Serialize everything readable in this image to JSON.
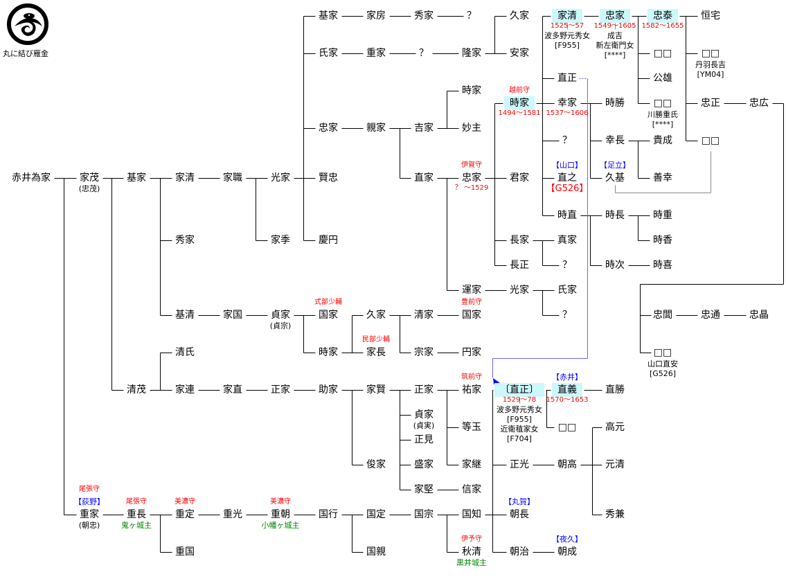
{
  "crest": {
    "label": "丸に結び雁金",
    "icon": "maru-ni-musubi-karigane-crest-icon"
  },
  "nodes": {
    "n01": {
      "name": "赤井為家"
    },
    "n02": {
      "name": "家茂",
      "below": [
        {
          "text": "(忠茂)",
          "kind": "alt"
        }
      ]
    },
    "n03": {
      "name": "重家",
      "above": [
        {
          "text": "【荻野】",
          "kind": "clan"
        },
        {
          "text": "尾張守",
          "kind": "office"
        }
      ],
      "below": [
        {
          "text": "(朝忠)",
          "kind": "alt"
        }
      ]
    },
    "n04": {
      "name": "基家"
    },
    "n05": {
      "name": "清茂"
    },
    "n06": {
      "name": "家清"
    },
    "n07": {
      "name": "秀家"
    },
    "n08": {
      "name": "基清"
    },
    "n09": {
      "name": "清氏"
    },
    "n10": {
      "name": "家連"
    },
    "n11": {
      "name": "家職"
    },
    "n12": {
      "name": "光家"
    },
    "n13": {
      "name": "家季"
    },
    "n14": {
      "name": "基家"
    },
    "n15": {
      "name": "氏家"
    },
    "n16": {
      "name": "忠家"
    },
    "n17": {
      "name": "賢忠"
    },
    "n18": {
      "name": "慶円"
    },
    "n19": {
      "name": "家房"
    },
    "n20": {
      "name": "秀家"
    },
    "n21": {
      "name": "？"
    },
    "n22": {
      "name": "重家"
    },
    "n23": {
      "name": "？"
    },
    "n24": {
      "name": "隆家"
    },
    "n25": {
      "name": "久家"
    },
    "n26": {
      "name": "安家"
    },
    "n27": {
      "name": "親家"
    },
    "n28": {
      "name": "吉家"
    },
    "n29": {
      "name": "直家"
    },
    "n30": {
      "name": "時家"
    },
    "n31": {
      "name": "妙主"
    },
    "n32": {
      "name": "忠家",
      "above": [
        {
          "text": "伊賀守",
          "kind": "office"
        }
      ],
      "below": [
        {
          "text": "？ ～1529",
          "kind": "years"
        }
      ]
    },
    "n33": {
      "name": "運家"
    },
    "n34": {
      "name": "時家",
      "above": [
        {
          "text": "越前守",
          "kind": "office"
        }
      ],
      "below": [
        {
          "text": "1494～1581",
          "kind": "years"
        }
      ]
    },
    "n35": {
      "name": "君家"
    },
    "n36": {
      "name": "長家"
    },
    "n37": {
      "name": "長正"
    },
    "n38": {
      "name": "光家"
    },
    "n39": {
      "name": "真家"
    },
    "n40": {
      "name": "？"
    },
    "n41": {
      "name": "氏家"
    },
    "n42": {
      "name": "？"
    },
    "n43": {
      "name": "家清",
      "below": [
        {
          "text": "1525～57",
          "kind": "years"
        },
        {
          "text": "波多野元秀女",
          "kind": "spouse"
        },
        {
          "text": "[F955]",
          "kind": "spouse"
        }
      ]
    },
    "n44": {
      "name": "直正"
    },
    "n45": {
      "name": "幸家",
      "below": [
        {
          "text": "1537～1606",
          "kind": "years"
        }
      ]
    },
    "n46": {
      "name": "？"
    },
    "n47": {
      "name": "直之",
      "above": [
        {
          "text": "【山口】",
          "kind": "clan"
        }
      ],
      "below": [
        {
          "text": "【G526】",
          "kind": "ref"
        }
      ]
    },
    "n48": {
      "name": "時直"
    },
    "n49": {
      "name": "忠家",
      "below": [
        {
          "text": "1549～1605",
          "kind": "years"
        },
        {
          "text": "成吉",
          "kind": "spouse"
        },
        {
          "text": "新左衛門女",
          "kind": "spouse"
        },
        {
          "text": "[****]",
          "kind": "spouse"
        }
      ]
    },
    "n50": {
      "name": "時勝"
    },
    "n51": {
      "name": "幸長"
    },
    "n52": {
      "name": "久基",
      "above": [
        {
          "text": "【足立】",
          "kind": "clan"
        }
      ]
    },
    "n53": {
      "name": "時長"
    },
    "n54": {
      "name": "時次"
    },
    "n55": {
      "name": "貴成"
    },
    "n56": {
      "name": "善幸"
    },
    "n57": {
      "name": "時重"
    },
    "n58": {
      "name": "時香"
    },
    "n59": {
      "name": "時喜"
    },
    "n60": {
      "name": "忠泰",
      "below": [
        {
          "text": "1582～1655",
          "kind": "years"
        }
      ]
    },
    "n61": {
      "name": "□□"
    },
    "n62": {
      "name": "公雄"
    },
    "n63": {
      "name": "□□",
      "below": [
        {
          "text": "川勝重氏",
          "kind": "spouse"
        },
        {
          "text": "[****]",
          "kind": "spouse"
        }
      ]
    },
    "n64": {
      "name": "恒宅"
    },
    "n65": {
      "name": "□□",
      "below": [
        {
          "text": "丹羽長吉",
          "kind": "spouse"
        },
        {
          "text": "[YM04]",
          "kind": "spouse"
        }
      ]
    },
    "n66": {
      "name": "忠正"
    },
    "n67": {
      "name": "□□"
    },
    "n68": {
      "name": "忠広"
    },
    "n69": {
      "name": "忠閭"
    },
    "n70": {
      "name": "□□",
      "below": [
        {
          "text": "山口直安",
          "kind": "spouse"
        },
        {
          "text": "[G526]",
          "kind": "spouse"
        }
      ]
    },
    "n71": {
      "name": "忠通"
    },
    "n72": {
      "name": "忠晶"
    },
    "n73": {
      "name": "家国"
    },
    "n74": {
      "name": "貞家",
      "below": [
        {
          "text": "(貞宗)",
          "kind": "alt"
        }
      ]
    },
    "n75": {
      "name": "国家",
      "above": [
        {
          "text": "式部少輔",
          "kind": "office"
        }
      ]
    },
    "n76": {
      "name": "時家"
    },
    "n77": {
      "name": "久家"
    },
    "n78": {
      "name": "家長",
      "above": [
        {
          "text": "民部少輔",
          "kind": "office"
        }
      ]
    },
    "n79": {
      "name": "清家"
    },
    "n80": {
      "name": "宗家"
    },
    "n81": {
      "name": "国家",
      "above": [
        {
          "text": "豊前守",
          "kind": "office"
        }
      ]
    },
    "n82": {
      "name": "円家"
    },
    "n83": {
      "name": "家直"
    },
    "n84": {
      "name": "正家"
    },
    "n85": {
      "name": "助家"
    },
    "n86": {
      "name": "家賢"
    },
    "n87": {
      "name": "俊家"
    },
    "n88": {
      "name": "正家"
    },
    "n89": {
      "name": "貞家",
      "below": [
        {
          "text": "(貞実)",
          "kind": "alt"
        }
      ]
    },
    "n90": {
      "name": "正見"
    },
    "n91": {
      "name": "盛家"
    },
    "n92": {
      "name": "家堅"
    },
    "n93": {
      "name": "祐家",
      "above": [
        {
          "text": "筑前守",
          "kind": "office"
        }
      ]
    },
    "n94": {
      "name": "等玉"
    },
    "n95": {
      "name": "家継"
    },
    "n96": {
      "name": "信家"
    },
    "n97": {
      "name": "〔直正〕",
      "below": [
        {
          "text": "1529～78",
          "kind": "years"
        },
        {
          "text": "波多野元秀女",
          "kind": "spouse"
        },
        {
          "text": "[F955]",
          "kind": "spouse"
        },
        {
          "text": "近衛稙家女",
          "kind": "spouse"
        },
        {
          "text": "[F704]",
          "kind": "spouse"
        }
      ]
    },
    "n98": {
      "name": "正光"
    },
    "n99": {
      "name": "朝長",
      "above": [
        {
          "text": "【丸賀】",
          "kind": "clan"
        }
      ]
    },
    "n100": {
      "name": "朝治"
    },
    "n101": {
      "name": "直義",
      "above": [
        {
          "text": "【赤井】",
          "kind": "clan"
        }
      ],
      "below": [
        {
          "text": "1570～1653",
          "kind": "years"
        }
      ]
    },
    "n102": {
      "name": "□□"
    },
    "n103": {
      "name": "直勝"
    },
    "n104": {
      "name": "朝高"
    },
    "n105": {
      "name": "高元"
    },
    "n106": {
      "name": "元清"
    },
    "n107": {
      "name": "秀兼"
    },
    "n108": {
      "name": "朝成",
      "above": [
        {
          "text": "【夜久】",
          "kind": "clan"
        }
      ]
    },
    "n109": {
      "name": "重長",
      "above": [
        {
          "text": "尾張守",
          "kind": "office"
        }
      ],
      "below": [
        {
          "text": "鬼ヶ城主",
          "kind": "castle"
        }
      ]
    },
    "n110": {
      "name": "重定",
      "above": [
        {
          "text": "美濃守",
          "kind": "office"
        }
      ]
    },
    "n111": {
      "name": "重国"
    },
    "n112": {
      "name": "重光"
    },
    "n113": {
      "name": "重朝",
      "above": [
        {
          "text": "美濃守",
          "kind": "office"
        }
      ],
      "below": [
        {
          "text": "小幡ヶ城主",
          "kind": "castle"
        }
      ]
    },
    "n114": {
      "name": "国行"
    },
    "n115": {
      "name": "国定"
    },
    "n116": {
      "name": "国親"
    },
    "n117": {
      "name": "国宗"
    },
    "n118": {
      "name": "国知"
    },
    "n119": {
      "name": "秋清",
      "above": [
        {
          "text": "伊予守",
          "kind": "office"
        }
      ],
      "below": [
        {
          "text": "黒井城主",
          "kind": "castle"
        }
      ]
    }
  },
  "colors": {
    "highlight": "#ccf8fb",
    "office": "#ff0000",
    "clan": "#0000ff",
    "castle": "#008000",
    "link": "#6666ff"
  }
}
